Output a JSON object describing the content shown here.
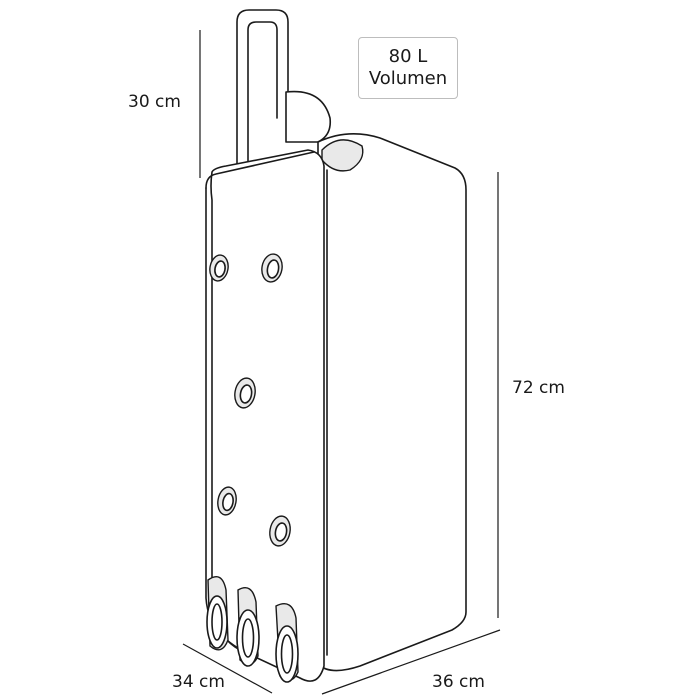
{
  "volume": {
    "value": "80 L",
    "label": "Volumen"
  },
  "dimensions": {
    "handle_height": "30 cm",
    "body_height": "72 cm",
    "depth": "34 cm",
    "width": "36 cm"
  },
  "colors": {
    "line": "#1a1a1a",
    "background": "#ffffff",
    "box_border": "#bdbdbd"
  }
}
